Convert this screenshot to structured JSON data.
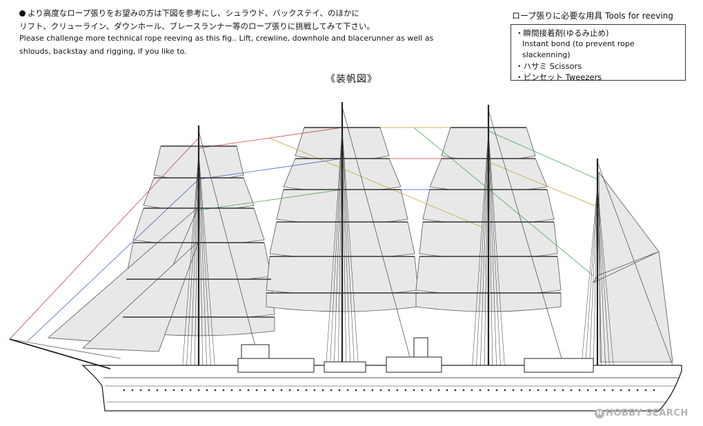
{
  "intro": {
    "line1_ja": "より高度なロープ張りをお望みの方は下図を参考にし、シュラウド、バックステイ、のほかに",
    "line2_ja": "リフト、クリューライン、ダウンホール、ブレースランナー等のロープ張りに挑戦してみて下さい。",
    "line1_en": "Please challenge more technical rope reeving as this fig.. Lift, crewline, downhole and blacerunner as well as",
    "line2_en": "shlouds, backstay and rigging, if you like to."
  },
  "tools": {
    "title": "ロープ張りに必要な用具 Tools for reeving",
    "items": [
      {
        "ja": "・瞬間接着剤(ゆるみ止め)",
        "en": "Instant bond (to prevent rope slackenning)"
      },
      {
        "ja": "・ハサミ Scissors",
        "en": ""
      },
      {
        "ja": "・ピンセット Tweezers",
        "en": ""
      }
    ]
  },
  "diagram": {
    "caption": "《装帆図》",
    "hull_color": "#222222",
    "sail_fill": "#e8e8e8",
    "rope_colors": [
      "#c03030",
      "#3050c0",
      "#30a040",
      "#c0a020"
    ]
  },
  "watermark": {
    "mark": "H",
    "text": "HOBBY SEARCH"
  }
}
